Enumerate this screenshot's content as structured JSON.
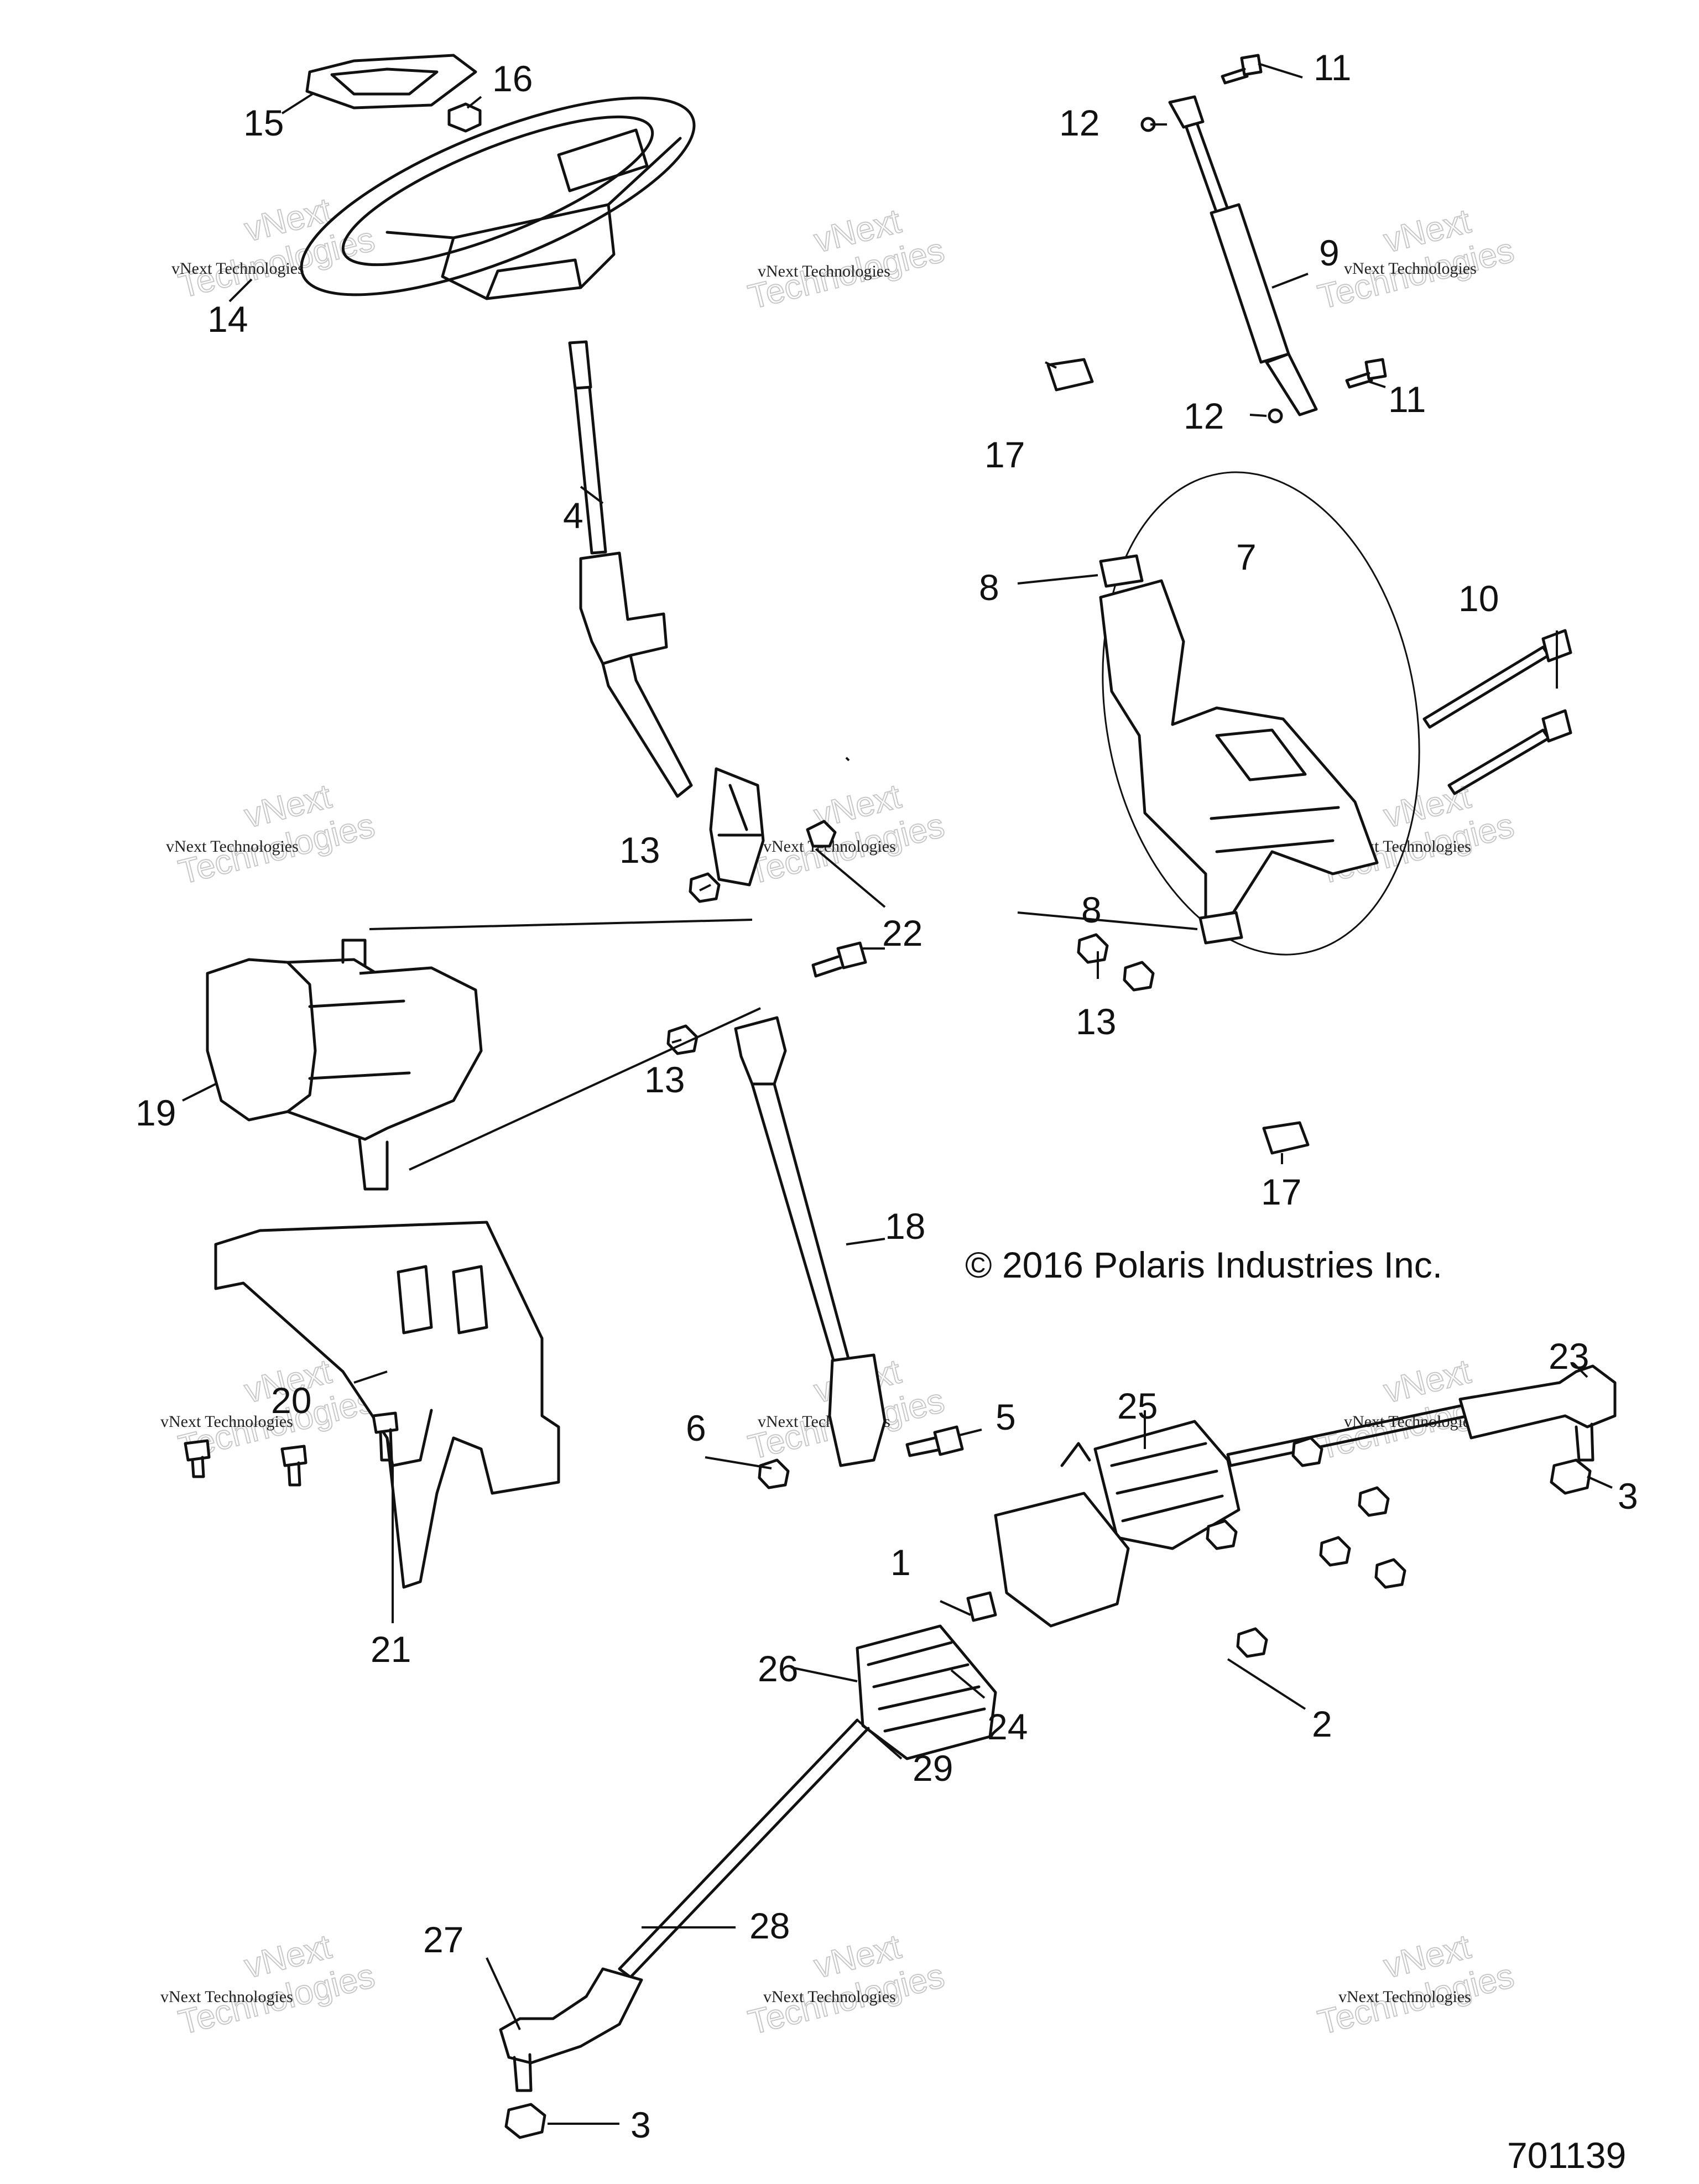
{
  "callouts": {
    "c1": "1",
    "c2": "2",
    "c3a": "3",
    "c3b": "3",
    "c4": "4",
    "c5": "5",
    "c6": "6",
    "c7": "7",
    "c8a": "8",
    "c8b": "8",
    "c9": "9",
    "c10": "10",
    "c11a": "11",
    "c11b": "11",
    "c12a": "12",
    "c12b": "12",
    "c13a": "13",
    "c13b": "13",
    "c13c": "13",
    "c14": "14",
    "c15": "15",
    "c16": "16",
    "c17a": "17",
    "c17b": "17",
    "c18": "18",
    "c19": "19",
    "c20": "20",
    "c21": "21",
    "c22": "22",
    "c23": "23",
    "c24": "24",
    "c25": "25",
    "c26": "26",
    "c27": "27",
    "c28": "28",
    "c29": "29"
  },
  "copyright": "© 2016 Polaris Industries Inc.",
  "drawing_number": "701139",
  "watermark": {
    "small_text": "vNext Technologies",
    "big_line1": "vNext",
    "big_line2": "Technologies"
  }
}
